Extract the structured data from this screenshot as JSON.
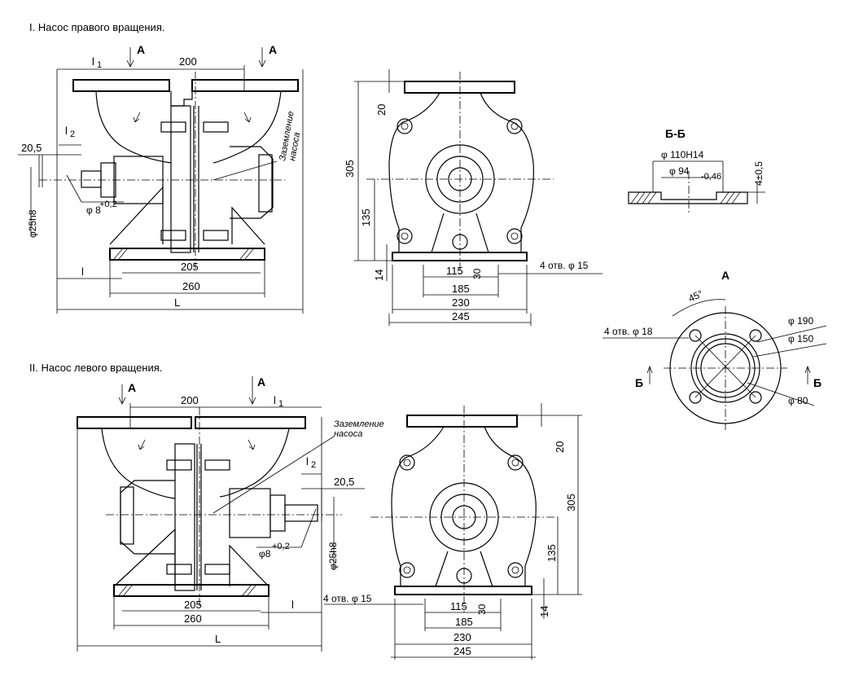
{
  "titles": {
    "right": "I. Насос правого вращения.",
    "left": "II. Насос левого вращения."
  },
  "labels": {
    "A": "A",
    "section_bb": "Б-Б",
    "view_a": "A",
    "B": "Б",
    "grounding_1": "Заземление",
    "grounding_2": "насоса",
    "L": "L",
    "l": "l",
    "l1": "l",
    "l1_sub": "1",
    "l2": "l",
    "l2_sub": "2"
  },
  "dims": {
    "d200": "200",
    "d205": "205",
    "d260": "260",
    "d20_5": "20,5",
    "d25h8": "φ25h8",
    "d8": "φ 8",
    "d8_tol": "+0,2",
    "d8b": "φ8",
    "d305": "305",
    "d20": "20",
    "d135": "135",
    "d14": "14",
    "d115": "115",
    "d30": "30",
    "d185": "185",
    "d230": "230",
    "d245": "245",
    "holes15": "4 отв. φ 15",
    "d110": "φ 110Н14",
    "d94": "φ 94",
    "d94_tol": "-0,46",
    "d4": "4±0,5",
    "d45": "45°",
    "holes18": "4 отв. φ 18",
    "d190": "φ 190",
    "d150": "φ 150",
    "d80": "φ 80"
  }
}
